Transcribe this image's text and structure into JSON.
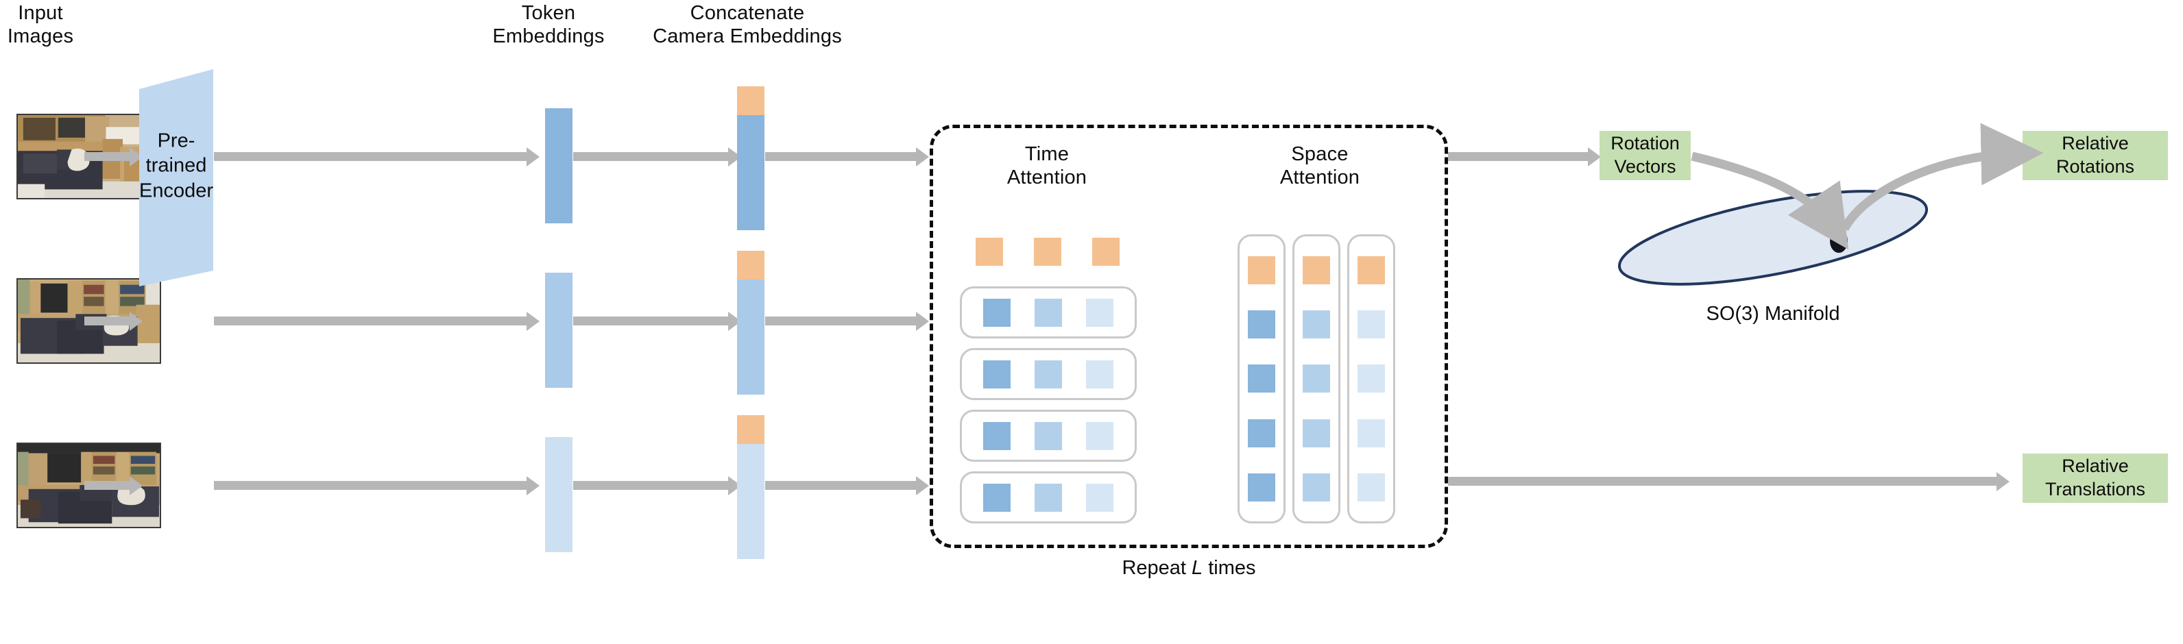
{
  "diagram": {
    "title": "Camera pose estimation transformer architecture",
    "colors": {
      "blue_token": "#8ab5dc",
      "orange_camera": "#f5c08f",
      "green_output": "#c6dfb2",
      "arrow_gray": "#b6b6b6",
      "encoder_fill": "#bfd8ef",
      "manifold_fill": "#dfe7f3",
      "manifold_stroke": "#22365c",
      "camera_label_text": "#f0a553"
    }
  },
  "headers": {
    "input_images": "Input\nImages",
    "input_images_line1": "Input",
    "input_images_line2": "Images",
    "token_embeddings_line1": "Token",
    "token_embeddings_line2": "Embeddings",
    "concatenate_line1": "Concatenate",
    "concatenate_line2": "Camera Embeddings"
  },
  "encoder": {
    "label_line1": "Pre-trained",
    "label_line2": "Encoder"
  },
  "input_images": [
    {
      "alt": "living room with dark sofa, wooden cabinets, white counter and bar stool"
    },
    {
      "alt": "living room with dark sectional sofa, bookshelves and television cabinet"
    },
    {
      "alt": "living room wide view with dark sectional sofa and wooden bookshelves"
    }
  ],
  "token_columns": [
    {
      "opacity_level": 1,
      "cells": [
        "blue",
        "blue",
        "blue",
        "blue"
      ]
    },
    {
      "opacity_level": 2,
      "cells": [
        "blue",
        "blue",
        "blue",
        "blue"
      ]
    },
    {
      "opacity_level": 3,
      "cells": [
        "blue",
        "blue",
        "blue",
        "blue"
      ]
    }
  ],
  "concat_columns": [
    {
      "opacity_level": 1,
      "cells": [
        "orange",
        "blue",
        "blue",
        "blue",
        "blue"
      ]
    },
    {
      "opacity_level": 2,
      "cells": [
        "orange",
        "blue",
        "blue",
        "blue",
        "blue"
      ]
    },
    {
      "opacity_level": 3,
      "cells": [
        "orange",
        "blue",
        "blue",
        "blue",
        "blue"
      ]
    }
  ],
  "transformer": {
    "time_attention_line1": "Time",
    "time_attention_line2": "Attention",
    "space_attention_line1": "Space",
    "space_attention_line2": "Attention",
    "repeat_prefix": "Repeat",
    "repeat_symbol": "L",
    "repeat_suffix": "times",
    "time_attention": {
      "camera_tokens": [
        "o",
        "o",
        "o"
      ],
      "rows": [
        [
          "b1",
          "b2",
          "b3"
        ],
        [
          "b1",
          "b2",
          "b3"
        ],
        [
          "b1",
          "b2",
          "b3"
        ],
        [
          "b1",
          "b2",
          "b3"
        ]
      ]
    },
    "space_attention": {
      "columns": [
        [
          "o",
          "b1",
          "b1",
          "b1",
          "b1"
        ],
        [
          "o",
          "b2",
          "b2",
          "b2",
          "b2"
        ],
        [
          "o",
          "b3",
          "b3",
          "b3",
          "b3"
        ]
      ]
    }
  },
  "outputs": {
    "rotation_vectors_line1": "Rotation",
    "rotation_vectors_line2": "Vectors",
    "relative_rotations_line1": "Relative",
    "relative_rotations_line2": "Rotations",
    "relative_translations_line1": "Relative",
    "relative_translations_line2": "Translations",
    "manifold_caption": "SO(3) Manifold"
  }
}
